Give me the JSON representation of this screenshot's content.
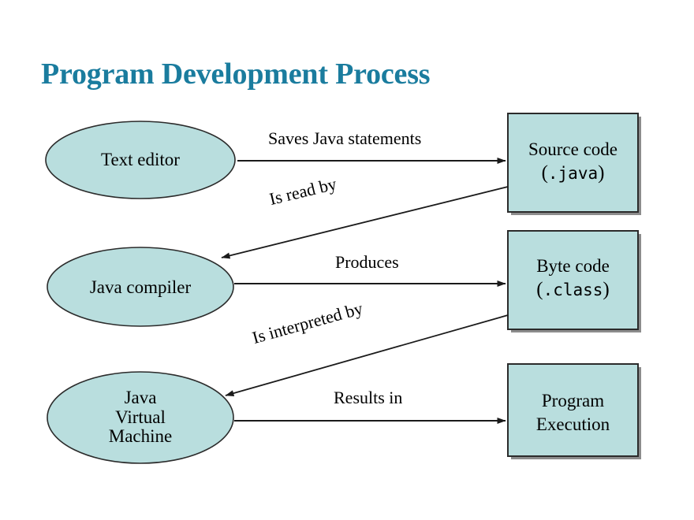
{
  "slide": {
    "title": "Program Development Process",
    "title_color": "#1A7C9E",
    "background": "#FFFFFF"
  },
  "theme": {
    "node_fill": "#B9DEDE",
    "node_stroke": "#2B2B2B",
    "arrow_color": "#1A1A1A",
    "text_color": "#000000",
    "box_shadow": "#8C8C8C"
  },
  "nodes": {
    "ellipses": [
      {
        "id": "text-editor",
        "lines": [
          "Text editor"
        ]
      },
      {
        "id": "java-compiler",
        "lines": [
          "Java compiler"
        ]
      },
      {
        "id": "jvm",
        "lines": [
          "Java",
          "Virtual",
          "Machine"
        ]
      }
    ],
    "boxes": [
      {
        "id": "source-code",
        "title": "Source code",
        "ext_open": "(",
        "ext": ".java",
        "ext_close": ")"
      },
      {
        "id": "byte-code",
        "title": "Byte code",
        "ext_open": "(",
        "ext": ".class",
        "ext_close": ")"
      },
      {
        "id": "program-execution",
        "line1": "Program",
        "line2": "Execution"
      }
    ]
  },
  "edges": [
    {
      "id": "saves",
      "label": "Saves Java statements",
      "from": "text-editor",
      "to": "source-code",
      "orientation": "horizontal"
    },
    {
      "id": "is-read-by",
      "label": "Is read by",
      "from": "source-code",
      "to": "java-compiler",
      "orientation": "diagonal"
    },
    {
      "id": "produces",
      "label": "Produces",
      "from": "java-compiler",
      "to": "byte-code",
      "orientation": "horizontal"
    },
    {
      "id": "interpreted",
      "label": "Is interpreted by",
      "from": "byte-code",
      "to": "jvm",
      "orientation": "diagonal"
    },
    {
      "id": "results-in",
      "label": "Results in",
      "from": "jvm",
      "to": "program-execution",
      "orientation": "horizontal"
    }
  ]
}
